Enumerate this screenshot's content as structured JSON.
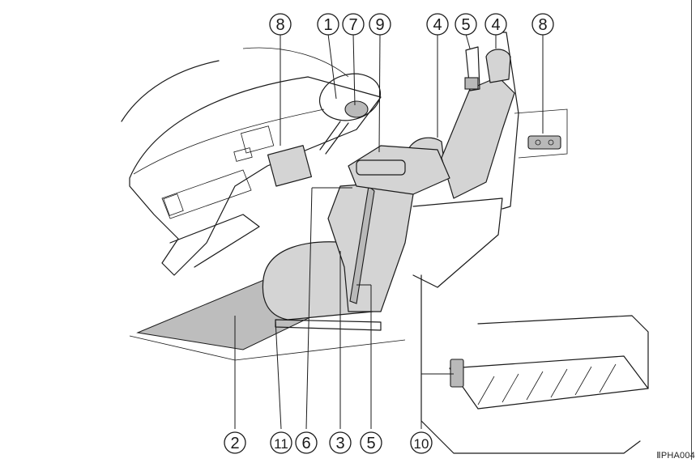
{
  "figure_code": "ⅡPHA004",
  "callouts": {
    "top": [
      "8",
      "1",
      "7",
      "9",
      "4",
      "5",
      "4",
      "8"
    ],
    "bottom": [
      "2",
      "11",
      "6",
      "3",
      "5",
      "10"
    ]
  }
}
